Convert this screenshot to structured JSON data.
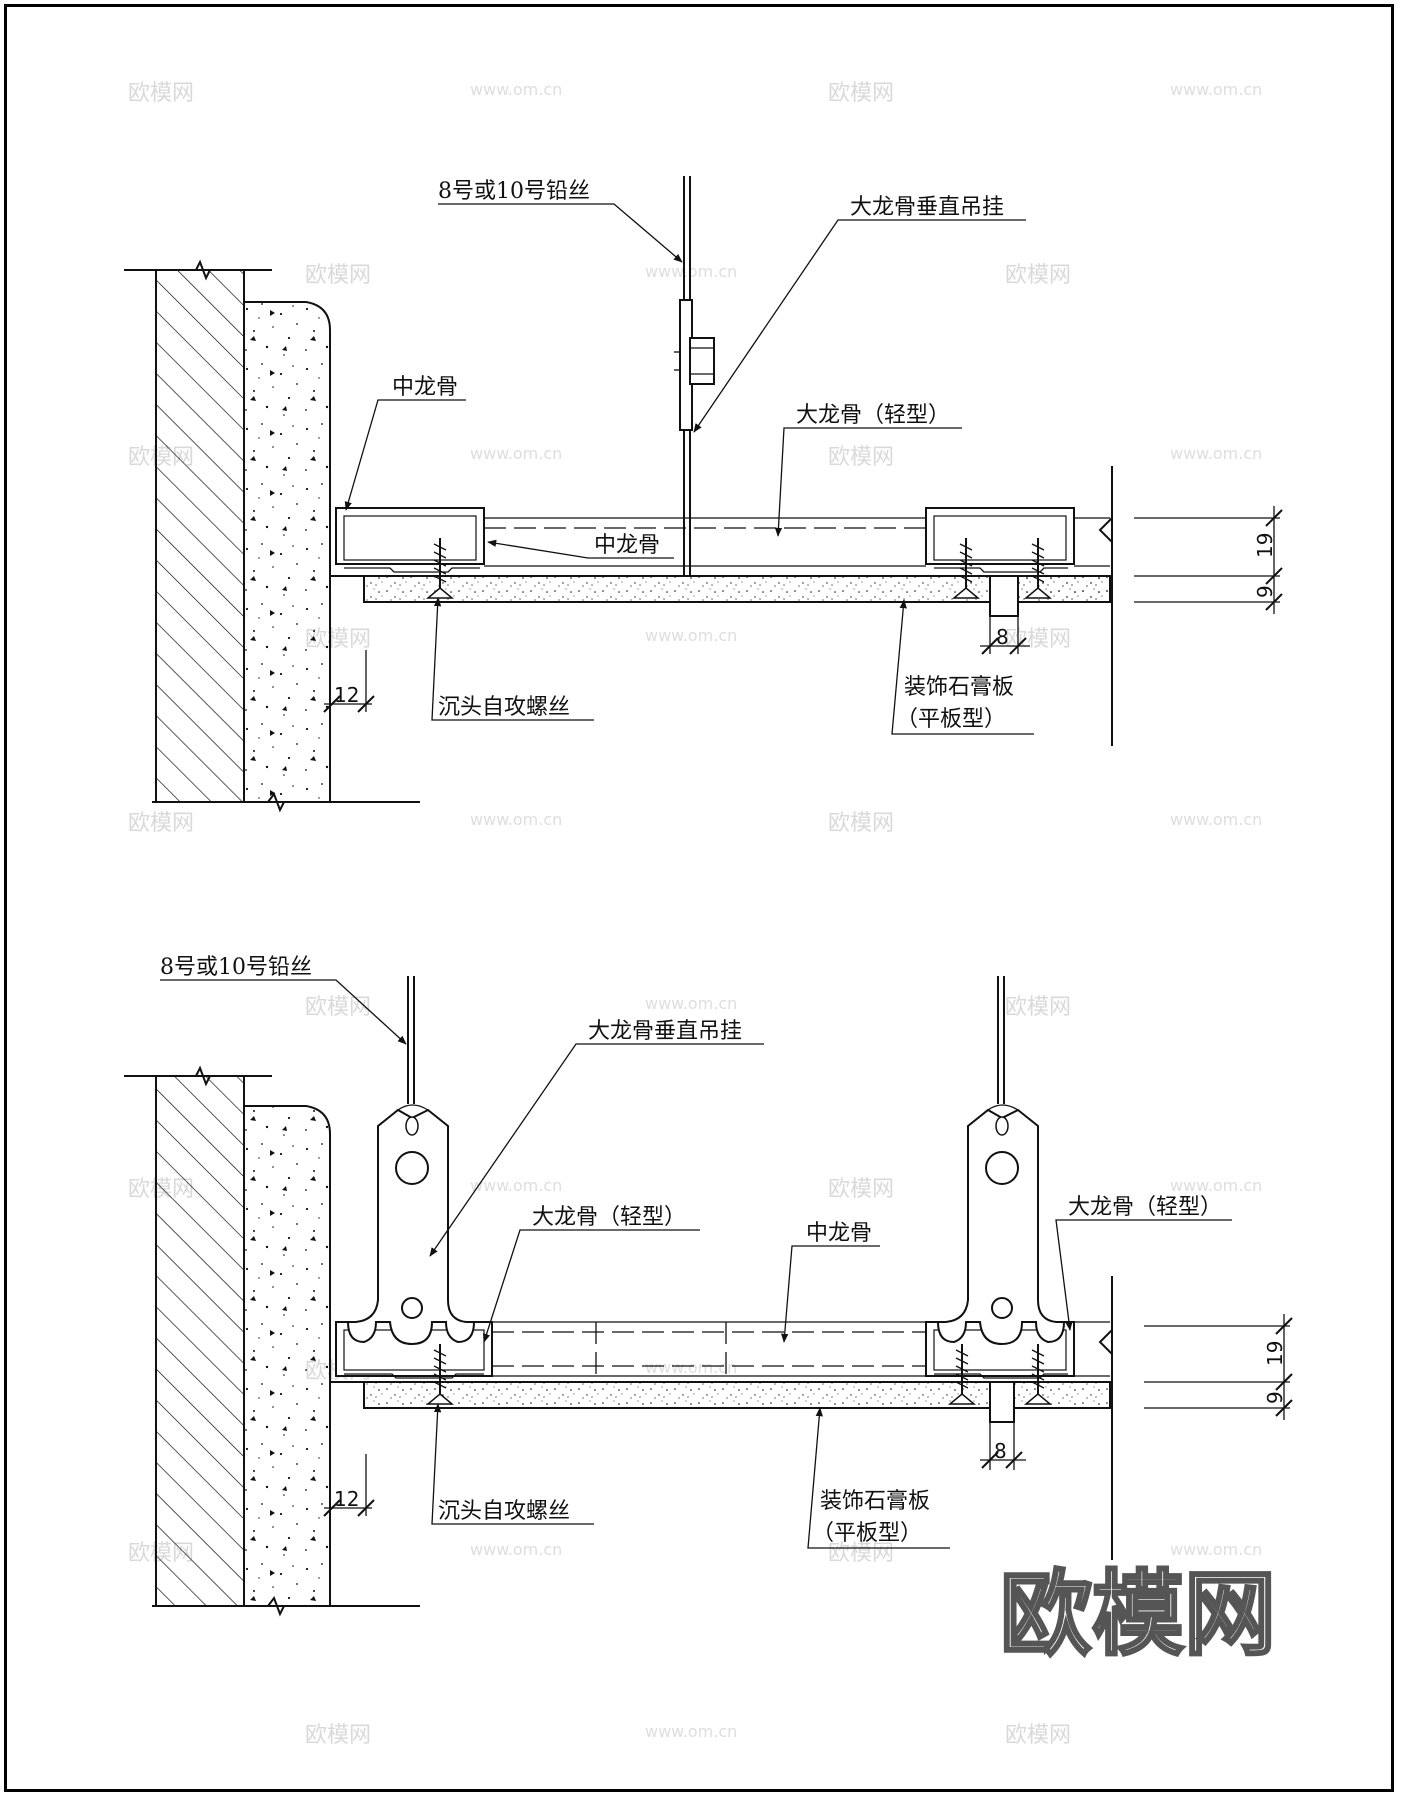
{
  "watermark": {
    "logo": "欧模网",
    "url": "www.om.cn"
  },
  "brand": "欧模网",
  "detail_top": {
    "wire_label": "8号或10号铅丝",
    "hanger_label": "大龙骨垂直吊挂",
    "main_runner_label": "大龙骨（轻型）",
    "cross_runner_label_left": "中龙骨",
    "cross_runner_label_mid": "中龙骨",
    "screw_label": "沉头自攻螺丝",
    "board_label_1": "装饰石膏板",
    "board_label_2": "（平板型）",
    "dim_19": "19",
    "dim_9": "9",
    "dim_8": "8",
    "dim_12": "12"
  },
  "detail_bottom": {
    "wire_label": "8号或10号铅丝",
    "hanger_label": "大龙骨垂直吊挂",
    "main_runner_label_left": "大龙骨（轻型）",
    "main_runner_label_right": "大龙骨（轻型）",
    "cross_runner_label": "中龙骨",
    "screw_label": "沉头自攻螺丝",
    "board_label_1": "装饰石膏板",
    "board_label_2": "（平板型）",
    "dim_19": "19",
    "dim_9": "9",
    "dim_8": "8",
    "dim_12": "12"
  }
}
